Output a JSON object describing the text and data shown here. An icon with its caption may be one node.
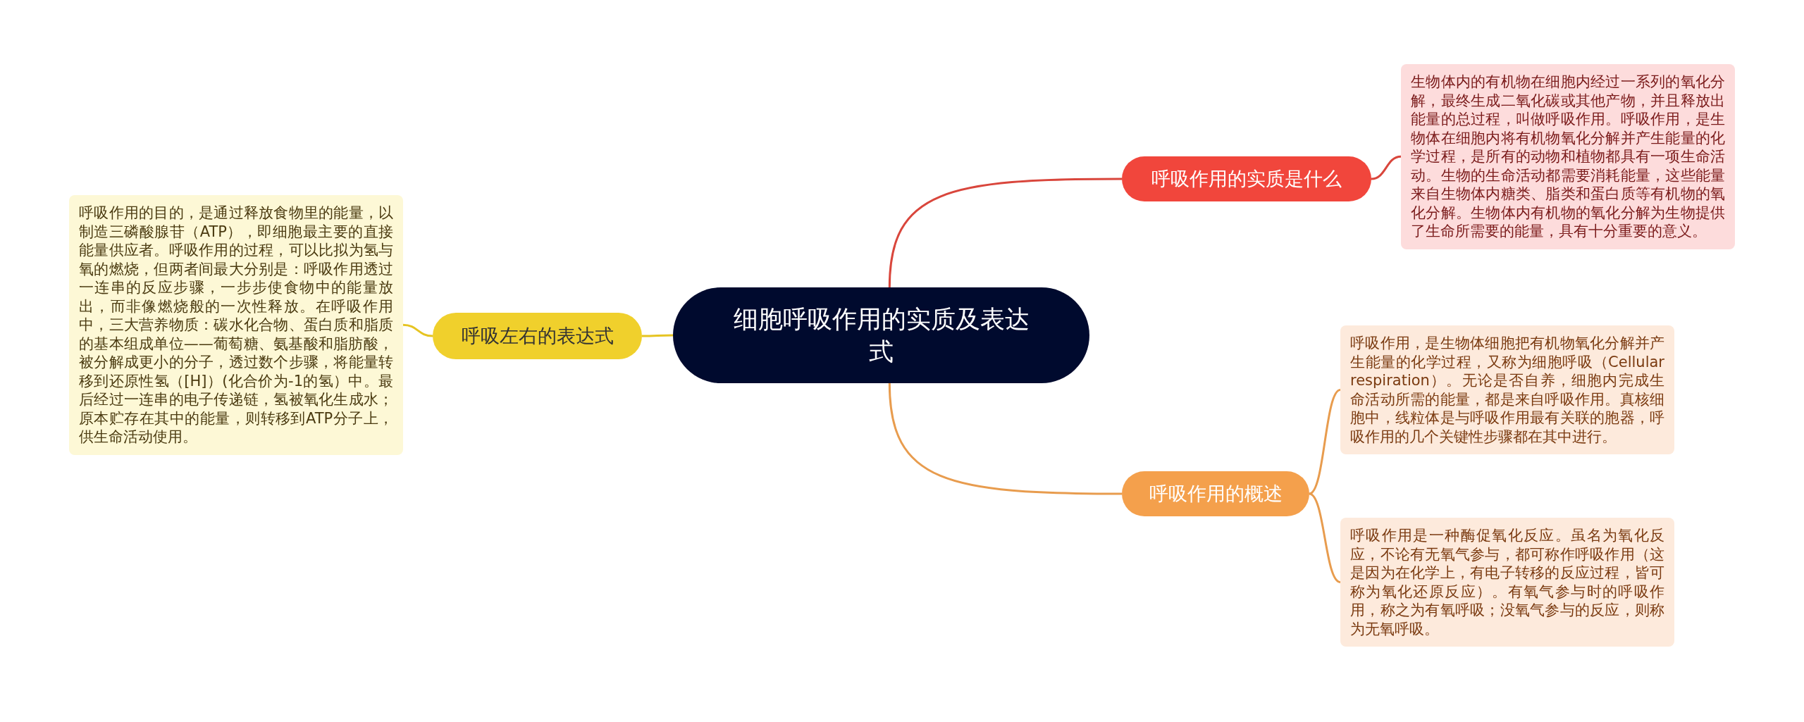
{
  "diagram": {
    "nodes": [
      {
        "text": [
          "细胞呼吸作用的实质及表达式"
        ]
      },
      {
        "text": [
          "呼吸作用的实质是什么"
        ]
      },
      {
        "text": [
          "生物体内的有机物在细胞内经过一系列的氧化分解，最终生成二氧化碳或其他产物，并且释放出能量的总过程，叫做呼吸作用。呼吸作用，是生物体在细胞内将有机物氧化分解并产生能量的化学过程，是所有的动物和植物都具有一项生命活动。生物的生命活动都需要消耗能量，这些能量来自生物体内糖类、脂类和蛋白质等有机物的氧化分解。生物体内有机物的氧化分解为生物提供了生命所需要的能量，具有十分重要的意义。"
        ]
      },
      {
        "text": [
          "呼吸作用的概述"
        ]
      },
      {
        "text": [
          "呼吸作用，是生物体细胞把有机物氧化分解并产生能量的化学过程，又称为细胞呼吸（Cellular respiration）。无论是否自养，细胞内完成生命活动所需的能量，都是来自呼吸作用。真核细胞中，线粒体是与呼吸作用最有关联的胞器，呼吸作用的几个关键性步骤都在其中进行。"
        ]
      },
      {
        "text": [
          "呼吸作用是一种酶促氧化反应。虽名为氧化反应，不论有无氧气参与，都可称作呼吸作用（这是因为在化学上，有电子转移的反应过程，皆可称为氧化还原反应）。有氧气参与时的呼吸作用，称之为有氧呼吸；没氧气参与的反应，则称为无氧呼吸。"
        ]
      },
      {
        "text": [
          "呼吸左右的表达式"
        ]
      },
      {
        "text": [
          "呼吸作用的目的，是通过释放食物里的能量，以制造三磷酸腺苷（ATP），即细胞最主要的直接能量供应者。呼吸作用的过程，可以比拟为氢与氧的燃烧，但两者间最大分别是：呼吸作用透过一连串的反应步骤，一步步使食物中的能量放出，而非像燃烧般的一次性释放。在呼吸作用中，三大营养物质：碳水化合物、蛋白质和脂质的基本组成单位——葡萄糖、氨基酸和脂肪酸，被分解成更小的分子，透过数个步骤，将能量转移到还原性氢（[H]）(化合价为-1的氢）中。最后经过一连串的电子传递链，氢被氧化生成水；原本贮存在其中的能量，则转移到ATP分子上，供生命活动使用。"
        ]
      }
    ],
    "edges": [
      {
        "from": 0,
        "to": 1,
        "arrow": "none",
        "color": "#d9463c"
      },
      {
        "from": 1,
        "to": 2,
        "arrow": "none",
        "color": "#d9463c"
      },
      {
        "from": 0,
        "to": 3,
        "arrow": "none",
        "color": "#e89c4e"
      },
      {
        "from": 3,
        "to": 4,
        "arrow": "none",
        "color": "#e89c4e"
      },
      {
        "from": 3,
        "to": 5,
        "arrow": "none",
        "color": "#e89c4e"
      },
      {
        "from": 0,
        "to": 6,
        "arrow": "none",
        "color": "#e6c422"
      },
      {
        "from": 6,
        "to": 7,
        "arrow": "none",
        "color": "#e6c422"
      }
    ]
  }
}
